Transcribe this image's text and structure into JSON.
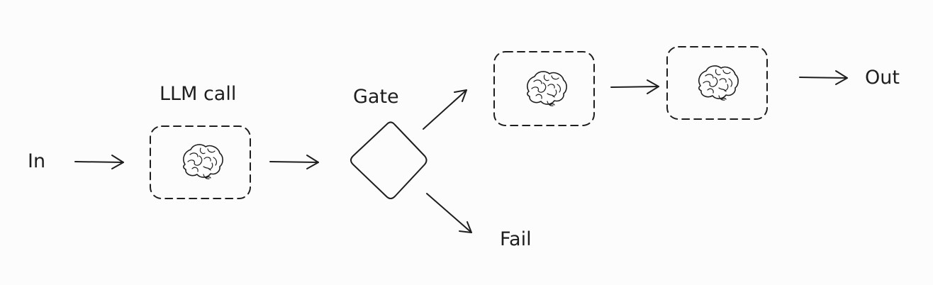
{
  "labels": {
    "input": "In",
    "llm_call": "LLM call",
    "gate": "Gate",
    "output": "Out",
    "fail": "Fail"
  },
  "icons": {
    "llm_node_icon": "brain-icon",
    "gate_node_shape": "diamond",
    "step2_node_icon": "brain-icon",
    "step3_node_icon": "brain-icon"
  },
  "colors": {
    "stroke": "#1e1e1e",
    "background": "#fcfcfc"
  }
}
